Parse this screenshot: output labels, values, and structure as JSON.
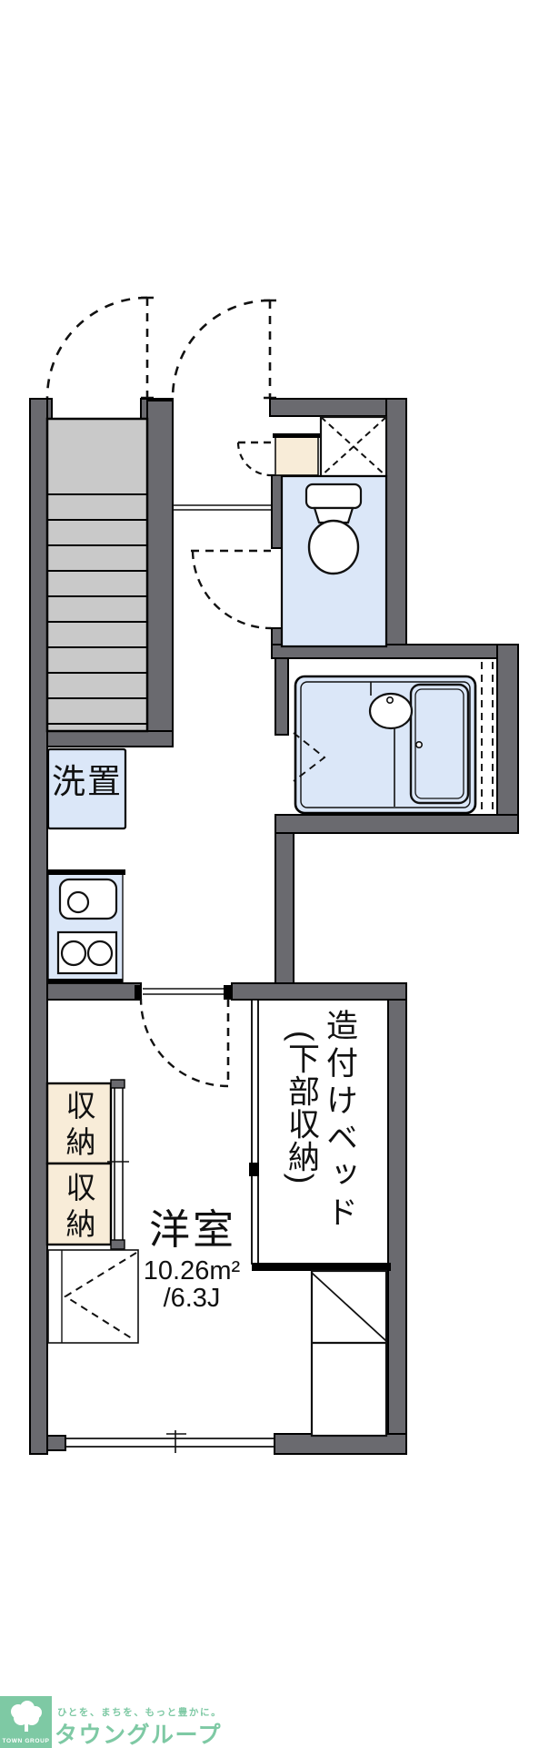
{
  "plan": {
    "labels": {
      "washer": "洗置",
      "room": "洋室",
      "area": "10.26m²",
      "tatami": "/6.3J",
      "bed_col1": "造付けベッド",
      "bed_col2": "(下部収納)",
      "storage_upper": "収納",
      "storage_lower": "収納"
    },
    "colors": {
      "wall": "#6a6a6f",
      "line": "#111111",
      "water_blue": "#dbe7f8",
      "cabinet_beige": "#f8ecd8",
      "stairs_gray": "#c9c9c9",
      "brand_green": "#7ec9a4"
    }
  },
  "footer": {
    "tagline": "ひとを、まちを、もっと豊かに。",
    "brand": "タウングループ",
    "logo_text": "TOWN GROUP",
    "logo_icon": "tree-icon"
  }
}
